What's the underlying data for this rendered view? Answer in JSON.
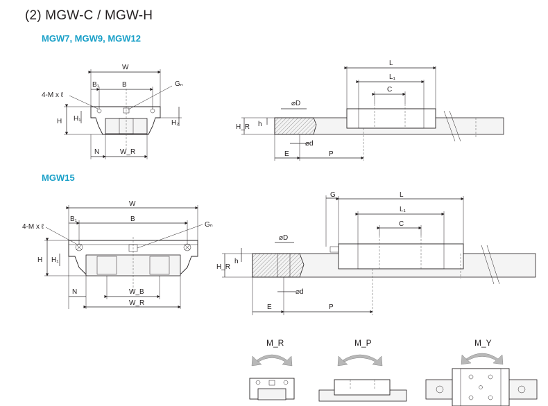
{
  "header": {
    "title": "(2) MGW-C / MGW-H"
  },
  "section1": {
    "models": "MGW7, MGW9, MGW12"
  },
  "section2": {
    "models": "MGW15"
  },
  "labels": {
    "W": "W",
    "B1": "B₁",
    "B": "B",
    "GN": "Gₙ",
    "MxL": "4-M x ℓ",
    "H": "H",
    "H1": "H₁",
    "H2": "H₂",
    "N": "N",
    "WR": "W_R",
    "WB": "W_B",
    "L": "L",
    "L1": "L₁",
    "C": "C",
    "HR": "H_R",
    "h": "h",
    "phiD": "⌀D",
    "phid": "⌀d",
    "E": "E",
    "P": "P",
    "G": "G"
  },
  "moments": {
    "MR": "M_R",
    "MP": "M_P",
    "MY": "M_Y"
  },
  "colors": {
    "accent": "#1aa0c8",
    "line": "#231f20"
  }
}
